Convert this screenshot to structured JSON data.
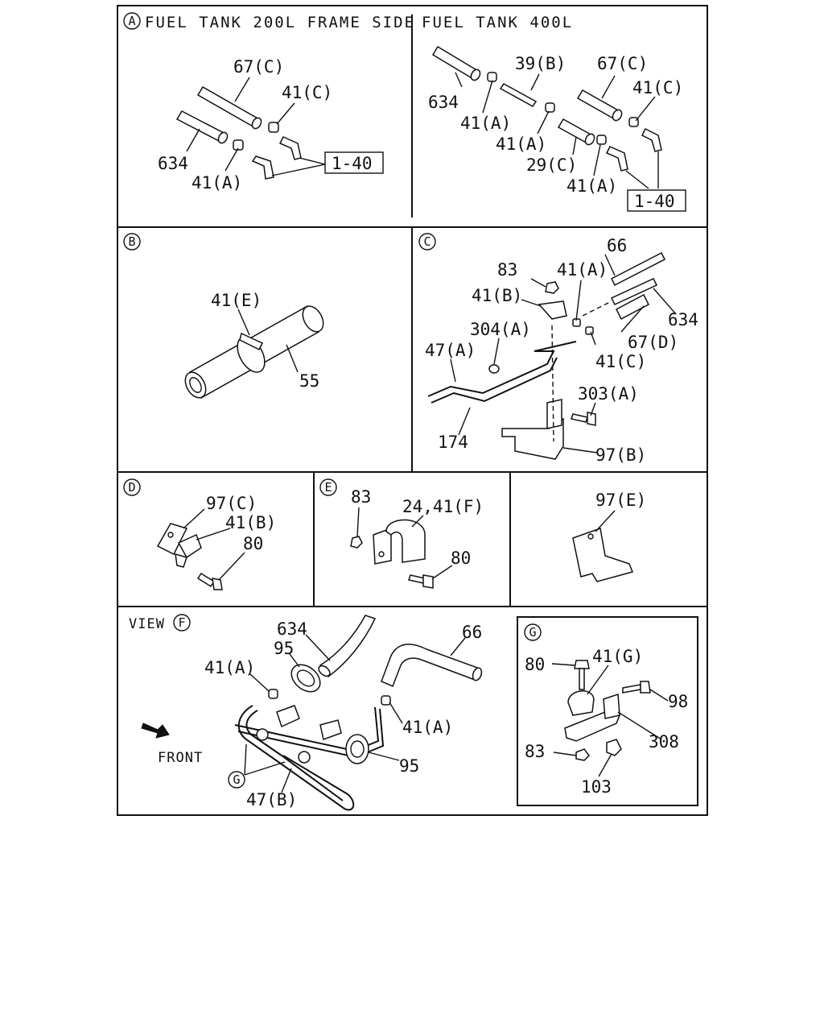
{
  "sections": {
    "a": {
      "marker": "A",
      "title_left": "FUEL TANK 200L FRAME SIDE",
      "title_right": "FUEL TANK 400L",
      "labels": {
        "l_67c": "67(C)",
        "l_41c": "41(C)",
        "l_634": "634",
        "l_41a": "41(A)",
        "l_140": "1-40",
        "r_634": "634",
        "r_39b": "39(B)",
        "r_67c": "67(C)",
        "r_41c": "41(C)",
        "r_41a1": "41(A)",
        "r_41a2": "41(A)",
        "r_29c": "29(C)",
        "r_41a3": "41(A)",
        "r_140": "1-40"
      }
    },
    "b": {
      "marker": "B",
      "labels": {
        "41e": "41(E)",
        "55": "55"
      }
    },
    "c": {
      "marker": "C",
      "labels": {
        "66": "66",
        "83": "83",
        "41a": "41(A)",
        "41b": "41(B)",
        "634": "634",
        "304a": "304(A)",
        "67d": "67(D)",
        "47a": "47(A)",
        "41c": "41(C)",
        "303a": "303(A)",
        "174": "174",
        "97b": "97(B)"
      }
    },
    "d": {
      "marker": "D",
      "labels": {
        "97c": "97(C)",
        "41b": "41(B)",
        "80": "80"
      }
    },
    "e": {
      "marker": "E",
      "labels": {
        "83": "83",
        "2441f": "24,41(F)",
        "80": "80"
      }
    },
    "e2": {
      "labels": {
        "97e": "97(E)"
      }
    },
    "f": {
      "view_prefix": "VIEW",
      "marker": "F",
      "front": "FRONT",
      "labels": {
        "634": "634",
        "66": "66",
        "95a": "95",
        "41a1": "41(A)",
        "41a2": "41(A)",
        "95b": "95",
        "g": "G",
        "47b": "47(B)"
      }
    },
    "g": {
      "marker": "G",
      "labels": {
        "80": "80",
        "41g": "41(G)",
        "98": "98",
        "308": "308",
        "83": "83",
        "103": "103"
      }
    }
  }
}
